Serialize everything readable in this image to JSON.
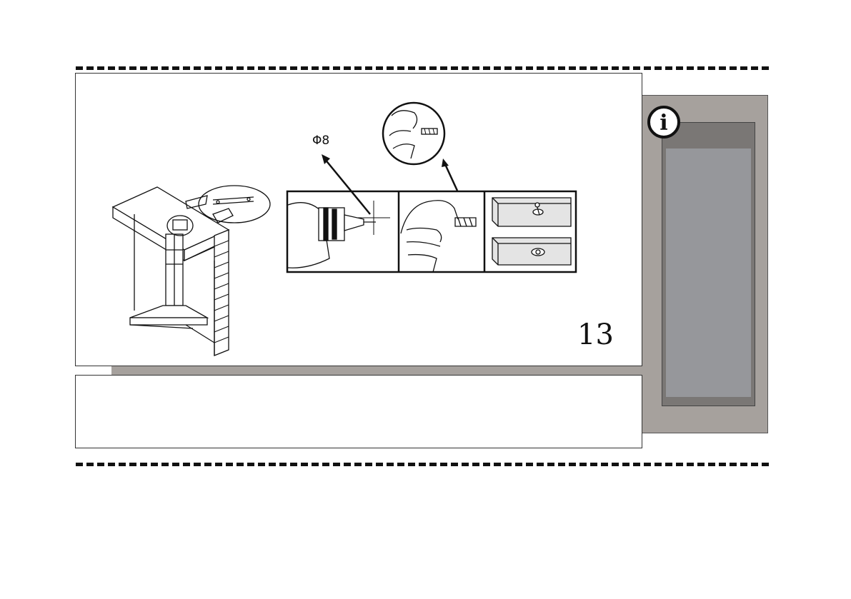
{
  "figure": {
    "drill_size_label": "Φ8",
    "page_number": "13"
  },
  "icons": {
    "info": "i"
  },
  "colors": {
    "side_panel": "#a6a19d",
    "side_inner": "#7a7775",
    "side_fill": "#96979b",
    "ink": "#111111"
  }
}
